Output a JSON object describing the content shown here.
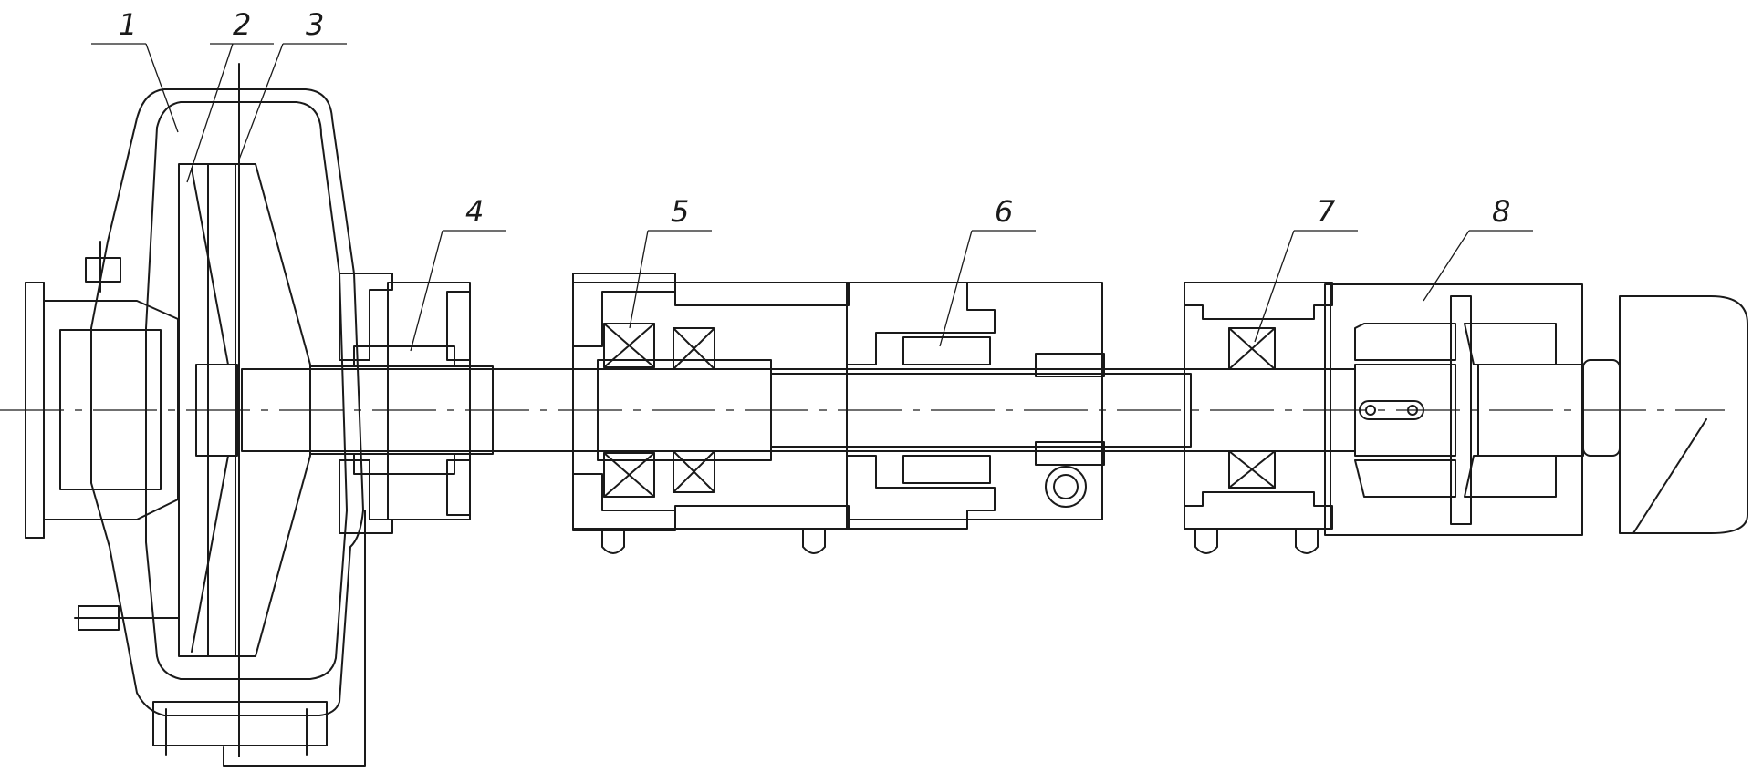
{
  "drawing": {
    "callouts": [
      {
        "id": "1",
        "text": "1"
      },
      {
        "id": "2",
        "text": "2"
      },
      {
        "id": "3",
        "text": "3"
      },
      {
        "id": "4",
        "text": "4"
      },
      {
        "id": "5",
        "text": "5"
      },
      {
        "id": "6",
        "text": "6"
      },
      {
        "id": "7",
        "text": "7"
      },
      {
        "id": "8",
        "text": "8"
      }
    ]
  }
}
